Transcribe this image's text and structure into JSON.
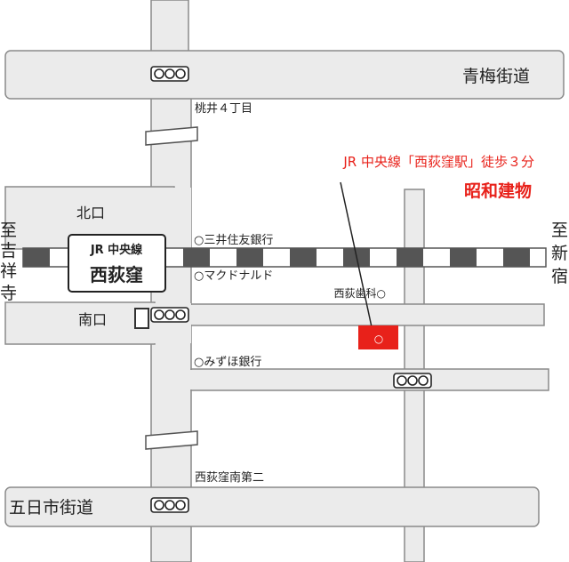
{
  "streets": {
    "ome_kaido": "青梅街道",
    "itsukaichi_kaido": "五日市街道",
    "momoi_4chome": "桃井４丁目",
    "nishiogi_minami_2": "西荻窪南第二"
  },
  "station": {
    "line": "JR 中央線",
    "name": "西荻窪",
    "north_exit": "北口",
    "south_exit": "南口"
  },
  "directions": {
    "to_kichijoji": [
      "至",
      "吉",
      "祥",
      "寺"
    ],
    "to_shinjuku": [
      "至",
      "新",
      "宿"
    ]
  },
  "landmarks": {
    "mitsui_sumitomo": "○三井住友銀行",
    "mcdonalds": "○マクドナルド",
    "nishiogi_dental": "西荻歯科○",
    "mizuho": "○みずほ銀行"
  },
  "destination": {
    "access_note": "JR 中央線「西荻窪駅」徒歩３分",
    "name": "昭和建物",
    "marker": "○"
  },
  "colors": {
    "road_fill": "#ebebeb",
    "road_edge": "#8a8a8a",
    "rail_dark": "#555555",
    "accent_red": "#e8211a",
    "text": "#222222"
  }
}
